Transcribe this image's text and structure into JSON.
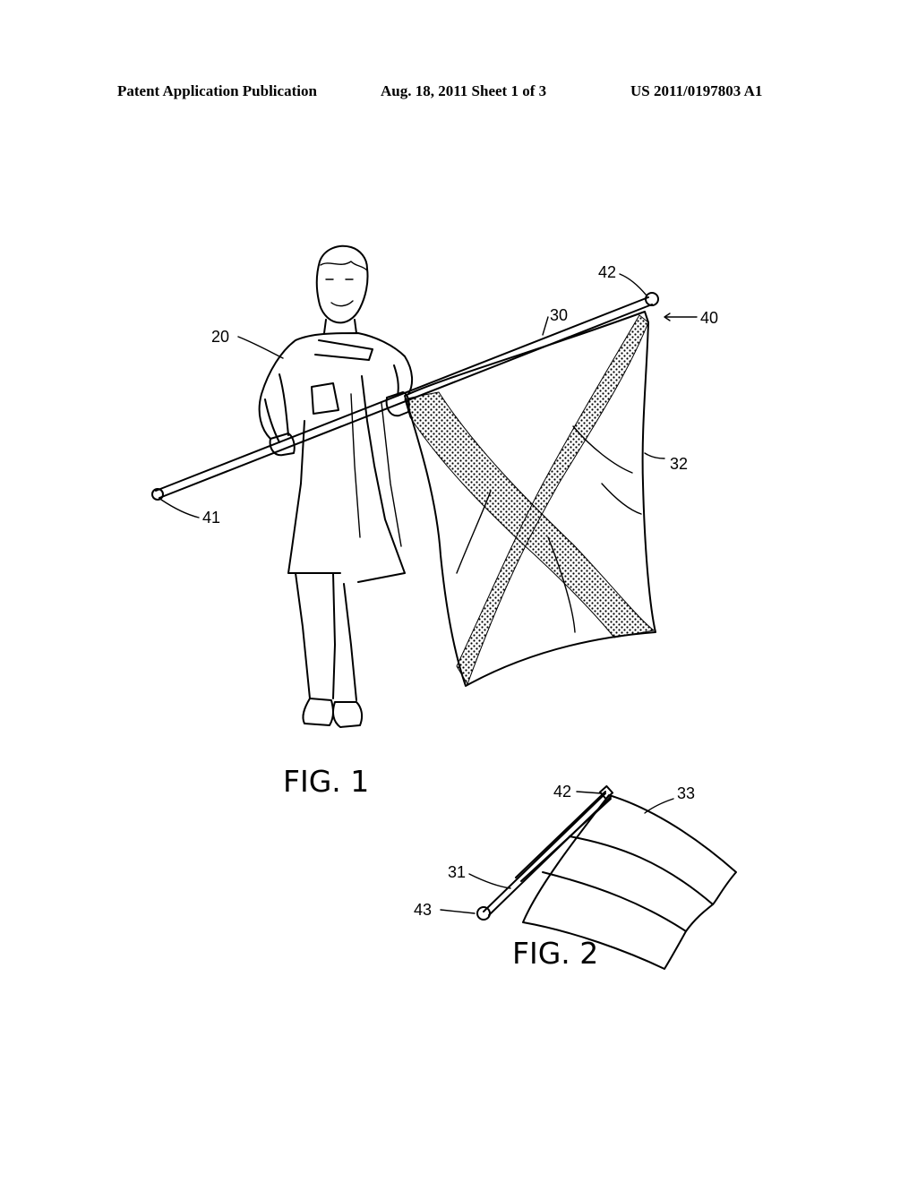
{
  "header": {
    "publication": "Patent Application Publication",
    "date_sheet": "Aug. 18, 2011   Sheet 1 of 3",
    "number": "US 2011/0197803 A1"
  },
  "figures": [
    {
      "caption": "FIG. 1",
      "refs": [
        "20",
        "30",
        "32",
        "40",
        "41",
        "42"
      ]
    },
    {
      "caption": "FIG. 2",
      "refs": [
        "31",
        "33",
        "42",
        "43"
      ]
    }
  ]
}
